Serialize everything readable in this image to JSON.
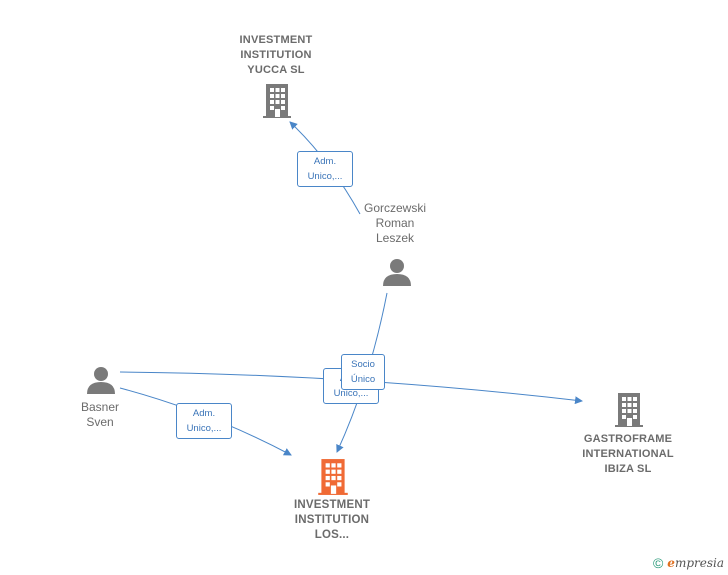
{
  "nodes": {
    "yucca": {
      "label": "INVESTMENT\nINSTITUTION\nYUCCA  SL",
      "type": "company"
    },
    "gorczewski": {
      "label": "Gorczewski\nRoman\nLeszek",
      "type": "person"
    },
    "basner": {
      "label": "Basner\nSven",
      "type": "person"
    },
    "gastroframe": {
      "label": "GASTROFRAME\nINTERNATIONAL\nIBIZA  SL",
      "type": "company"
    },
    "los": {
      "label": "INVESTMENT\nINSTITUTION\nLOS...",
      "type": "company-focus"
    }
  },
  "edges": {
    "gorczewski_yucca": "Adm.\nUnico,...",
    "gorczewski_los": "Socio\nÚnico",
    "basner_gastroframe": "Adm.\nUnico,...",
    "basner_los": "Adm.\nUnico,..."
  },
  "colors": {
    "edge": "#4a86c8",
    "icon": "#7a7a7a",
    "focus_icon": "#f06a35"
  },
  "footer": {
    "copyright": "©",
    "brand_initial": "e",
    "brand_rest": "mpresia"
  }
}
